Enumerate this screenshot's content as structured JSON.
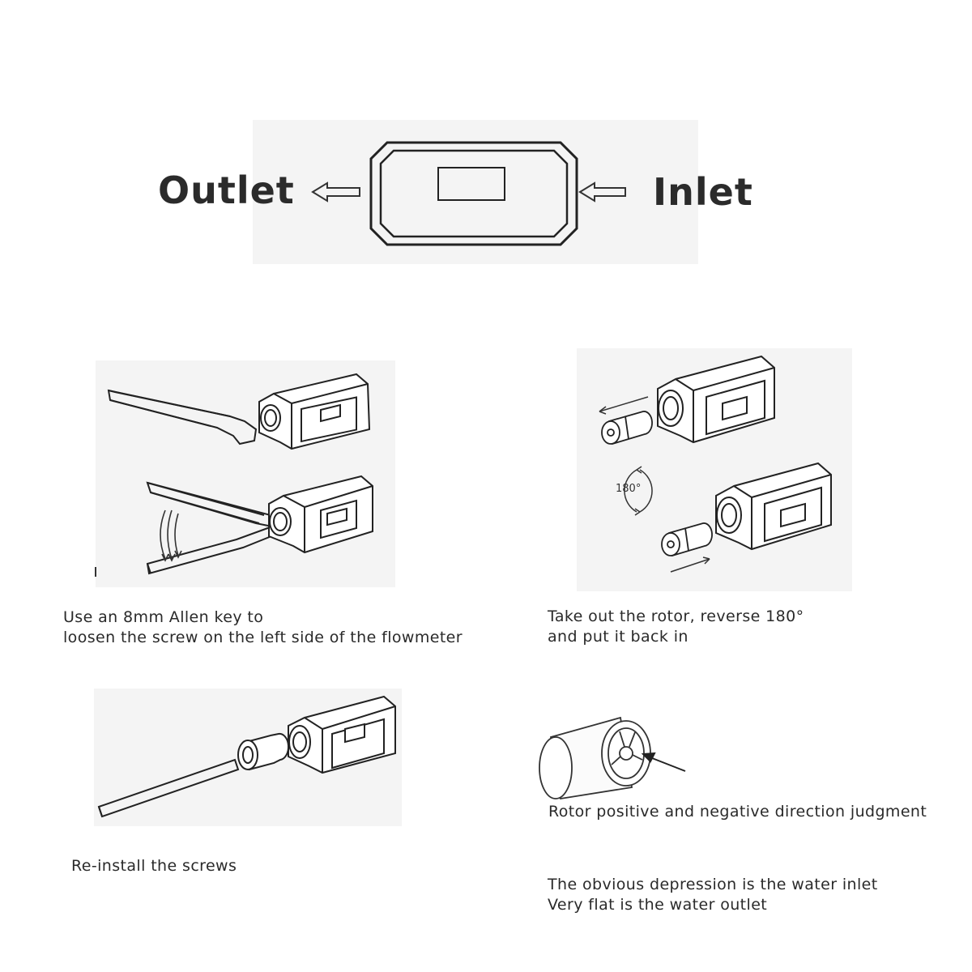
{
  "header": {
    "outlet_label": "Outlet",
    "inlet_label": "Inlet"
  },
  "steps": [
    {
      "text": "Use an 8mm Allen key to\nloosen the screw on the left side of the flowmeter"
    },
    {
      "text": "Take out the rotor, reverse 180°\nand put it back in",
      "rotation_badge": "180°"
    },
    {
      "text": "Re-install the screws"
    },
    {
      "text": "Rotor positive and negative direction judgment"
    }
  ],
  "note": {
    "line1": "The obvious depression is the water inlet",
    "line2": "Very flat is the water outlet"
  }
}
